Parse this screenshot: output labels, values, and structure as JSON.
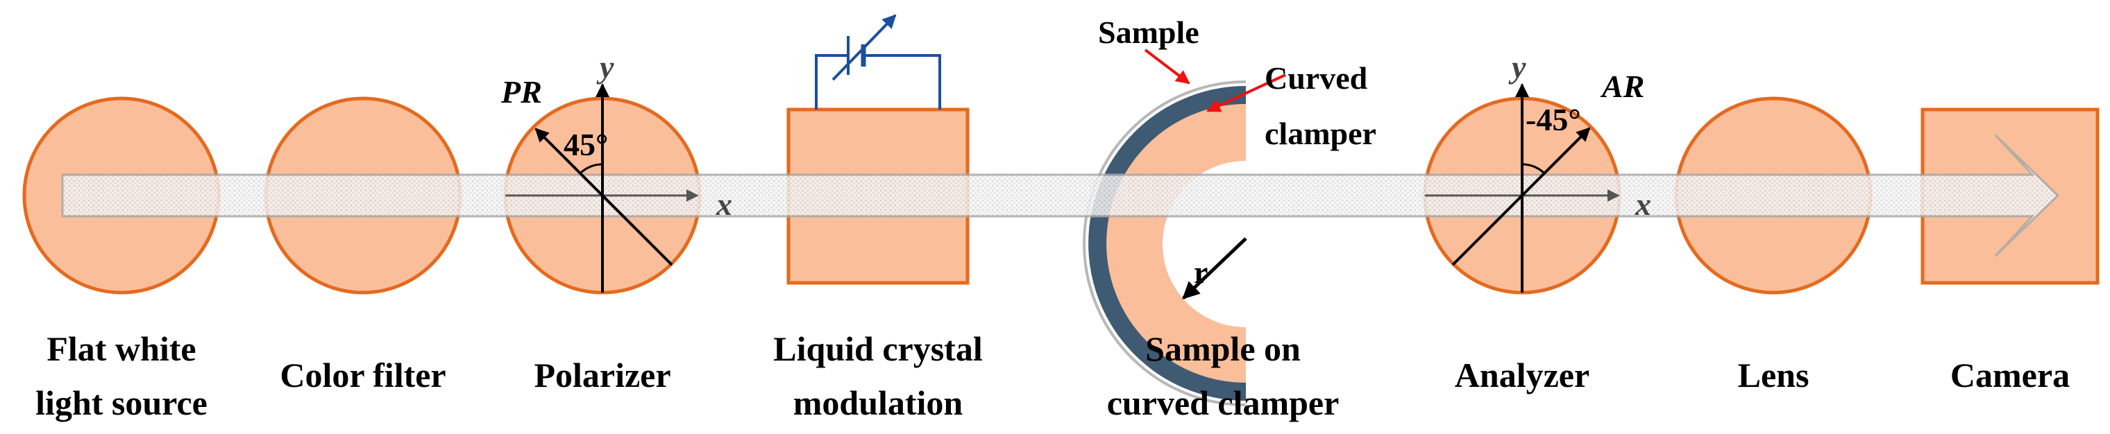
{
  "colors": {
    "fill": "#fbbe9a",
    "stroke": "#e56a1e",
    "sample_strip": "#3f5a73",
    "beam_fill": "#efefef",
    "arrow_red": "#ee1111",
    "battery_blue": "#1c4f9c"
  },
  "components": {
    "light_source": {
      "label_line1": "Flat white",
      "label_line2": "light source"
    },
    "color_filter": {
      "label": "Color filter"
    },
    "polarizer": {
      "label": "Polarizer",
      "axis_x": "x",
      "axis_y": "y",
      "rotation_label": "PR",
      "angle_label": "45°"
    },
    "lc_modulation": {
      "label_line1": "Liquid crystal",
      "label_line2": "modulation"
    },
    "sample": {
      "label_line1": "Sample on",
      "label_line2": "curved clamper",
      "sample_annotation": "Sample",
      "clamper_annotation_line1": "Curved",
      "clamper_annotation_line2": "clamper",
      "radius_label": "r"
    },
    "analyzer": {
      "label": "Analyzer",
      "axis_x": "x",
      "axis_y": "y",
      "rotation_label": "AR",
      "angle_label": "-45°"
    },
    "lens": {
      "label": "Lens"
    },
    "camera": {
      "label": "Camera"
    }
  }
}
